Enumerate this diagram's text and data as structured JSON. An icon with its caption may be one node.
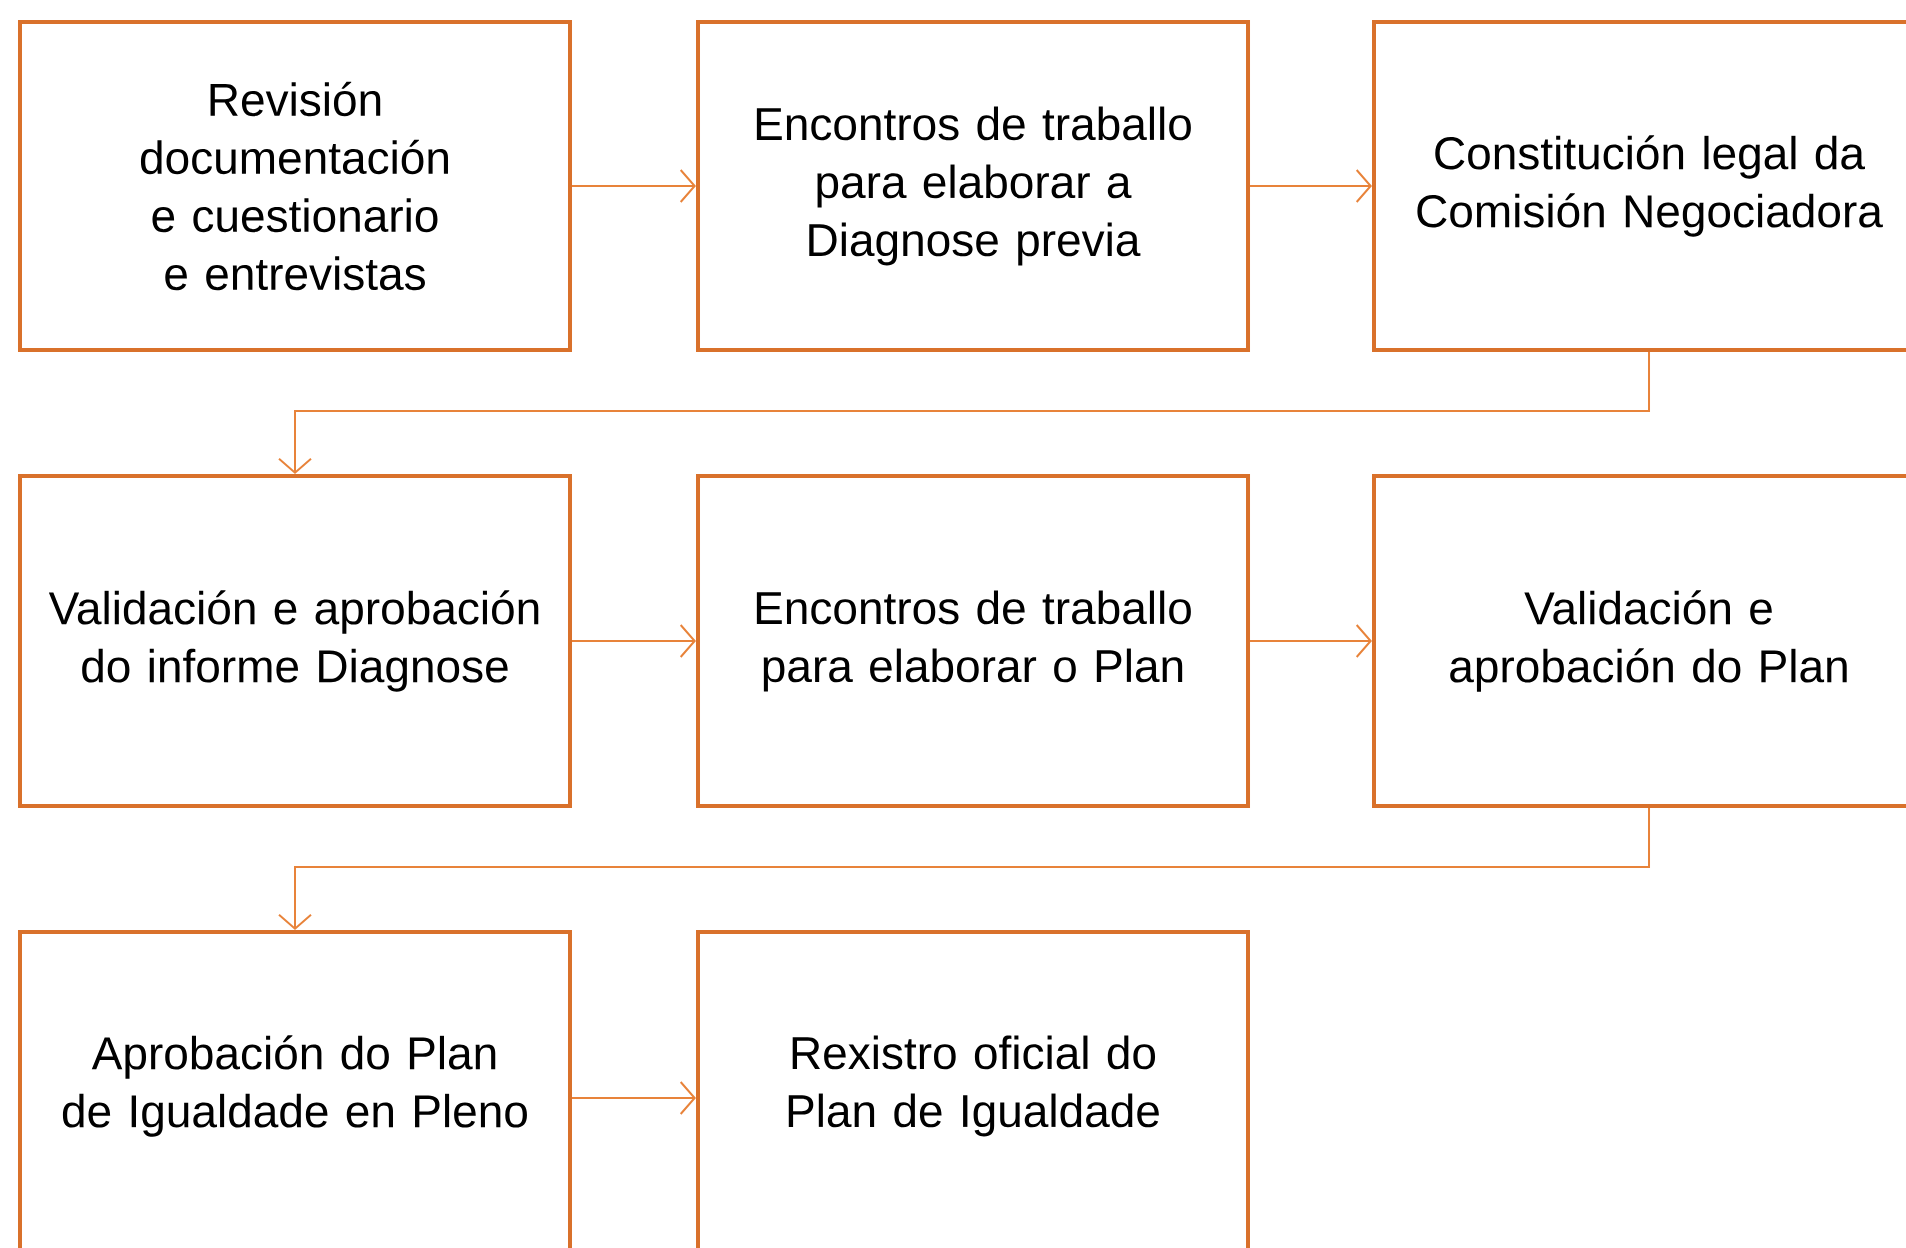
{
  "diagram": {
    "nodes": [
      {
        "text": [
          "Revisión documentación e cuestionario e entrevistas"
        ]
      },
      {
        "text": [
          "Encontros de traballo para elaborar a Diagnose previa"
        ]
      },
      {
        "text": [
          "Constitución legal da Comisión Negociadora"
        ]
      },
      {
        "text": [
          "Validación e aprobación do informe Diagnose"
        ]
      },
      {
        "text": [
          "Encontros de traballo para elaborar o Plan"
        ]
      },
      {
        "text": [
          "Validación e aprobación do Plan"
        ]
      },
      {
        "text": [
          "Aprobación do Plan de Igualdade en Pleno"
        ]
      },
      {
        "text": [
          "Rexistro oficial do Plan de Igualdade"
        ]
      }
    ],
    "edges": [
      {
        "from": 0,
        "to": 1,
        "arrow": "to"
      },
      {
        "from": 1,
        "to": 2,
        "arrow": "to"
      },
      {
        "from": 2,
        "to": 3,
        "arrow": "to"
      },
      {
        "from": 3,
        "to": 4,
        "arrow": "to"
      },
      {
        "from": 4,
        "to": 5,
        "arrow": "to"
      },
      {
        "from": 5,
        "to": 6,
        "arrow": "to"
      },
      {
        "from": 6,
        "to": 7,
        "arrow": "to"
      }
    ]
  }
}
